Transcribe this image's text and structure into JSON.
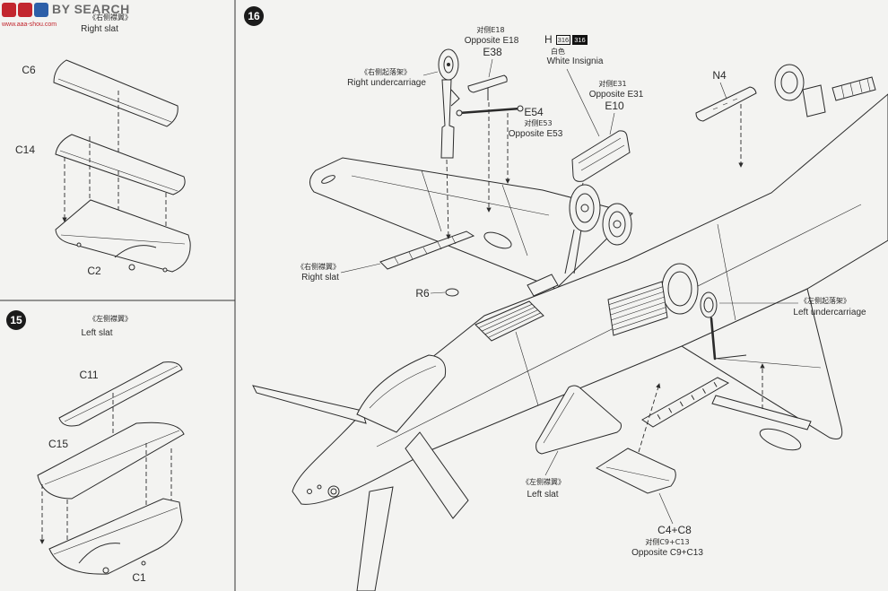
{
  "watermark": {
    "logo_text": "BY SEARCH",
    "url": "www.aaa-shou.com"
  },
  "right_slat_panel": {
    "title_cn": "《右侧襟翼》",
    "title_en": "Right slat",
    "part_top": "C6",
    "part_middle": "C14",
    "part_base": "C2"
  },
  "left_slat_panel": {
    "step_number": "15",
    "title_cn": "《左侧襟翼》",
    "title_en": "Left slat",
    "part_top": "C11",
    "part_middle": "C15",
    "part_base": "C1"
  },
  "main_panel": {
    "step_number": "16",
    "door_e38": {
      "opposite_cn": "对侧E18",
      "opposite_en": "Opposite E18",
      "part": "E38"
    },
    "insignia": {
      "part": "H",
      "codes": [
        "316",
        "316"
      ],
      "color_cn": "白色",
      "color_en": "White Insignia"
    },
    "right_undercarriage": {
      "label_cn": "《右侧起落架》",
      "label_en": "Right undercarriage"
    },
    "door_e10": {
      "opposite_cn": "对侧E31",
      "opposite_en": "Opposite E31",
      "part": "E10"
    },
    "door_n4": {
      "part": "N4"
    },
    "arm_e54": {
      "part": "E54",
      "opposite_cn": "对侧E53",
      "opposite_en": "Opposite E53"
    },
    "right_slat": {
      "label_cn": "《右侧襟翼》",
      "label_en": "Right slat"
    },
    "part_r6": {
      "part": "R6"
    },
    "left_undercarriage": {
      "label_cn": "《左侧起落架》",
      "label_en": "Left undercarriage"
    },
    "left_slat": {
      "label_cn": "《左侧襟翼》",
      "label_en": "Left slat"
    },
    "slat_c4_c8": {
      "part": "C4+C8",
      "opposite_cn": "对侧C9+C13",
      "opposite_en": "Opposite C9+C13"
    }
  },
  "colors": {
    "paper": "#f3f3f1",
    "ink": "#2b2b2b",
    "insignia_box": "#111111"
  }
}
